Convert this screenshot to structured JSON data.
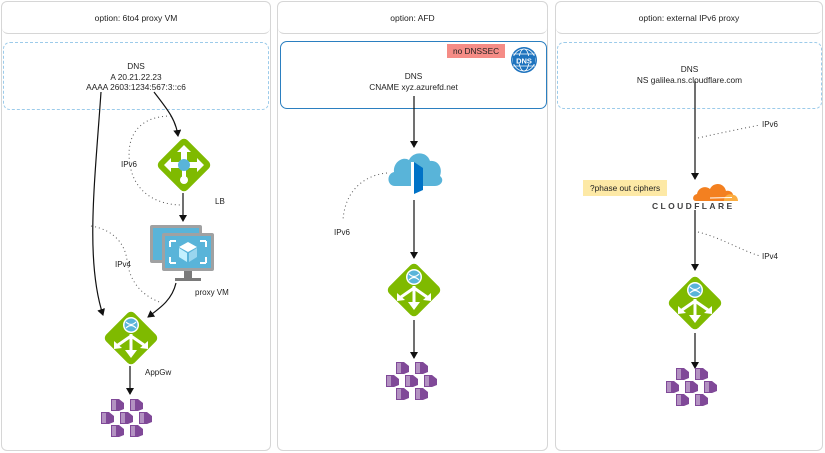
{
  "panels": [
    {
      "title": "option: 6to4 proxy VM",
      "dns": {
        "title": "DNS",
        "lines": [
          "A 20.21.22.23",
          "AAAA 2603:1234:567:3::c6"
        ]
      },
      "labels": {
        "ipv6": "IPv6",
        "ipv4": "IPv4",
        "lb": "LB",
        "proxy_vm": "proxy VM",
        "appgw": "AppGw"
      }
    },
    {
      "title": "option: AFD",
      "dns": {
        "title": "DNS",
        "lines": [
          "CNAME xyz.azurefd.net"
        ]
      },
      "badge": "no DNSSEC",
      "dns_icon_text": "DNS",
      "labels": {
        "ipv6": "IPv6"
      }
    },
    {
      "title": "option: external IPv6 proxy",
      "dns": {
        "title": "DNS",
        "lines": [
          "NS galilea.ns.cloudflare.com"
        ]
      },
      "note": "?phase out ciphers",
      "cloudflare_wordmark": "CLOUDFLARE",
      "labels": {
        "ipv6": "IPv6",
        "ipv4": "IPv4"
      }
    }
  ],
  "colors": {
    "dashed_border": "#9ccbea",
    "solid_border": "#2b7fc0",
    "badge_red": "#f58c86",
    "badge_yellow": "#fde9a6",
    "azure_green": "#7fba00",
    "azure_blue": "#59b4d9",
    "aks_purple": "#804998",
    "cloudflare_orange": "#f38020"
  }
}
